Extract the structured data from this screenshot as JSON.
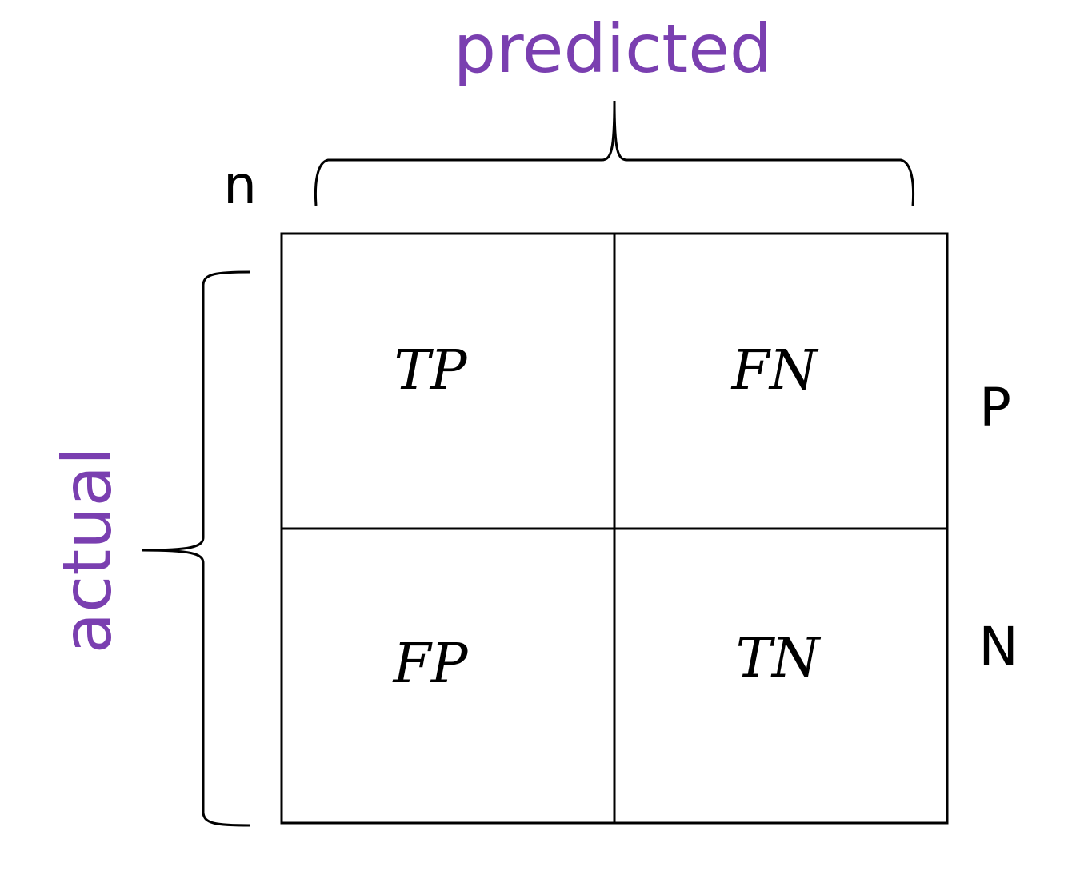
{
  "colors": {
    "accent": "#7a3fb0",
    "ink": "#000000",
    "background": "#ffffff"
  },
  "header": {
    "top_label": "predicted",
    "side_label": "actual",
    "corner_label": "n"
  },
  "rows": [
    {
      "label": "P"
    },
    {
      "label": "N"
    }
  ],
  "matrix": {
    "cells": [
      [
        "TP",
        "FN"
      ],
      [
        "FP",
        "TN"
      ]
    ]
  }
}
